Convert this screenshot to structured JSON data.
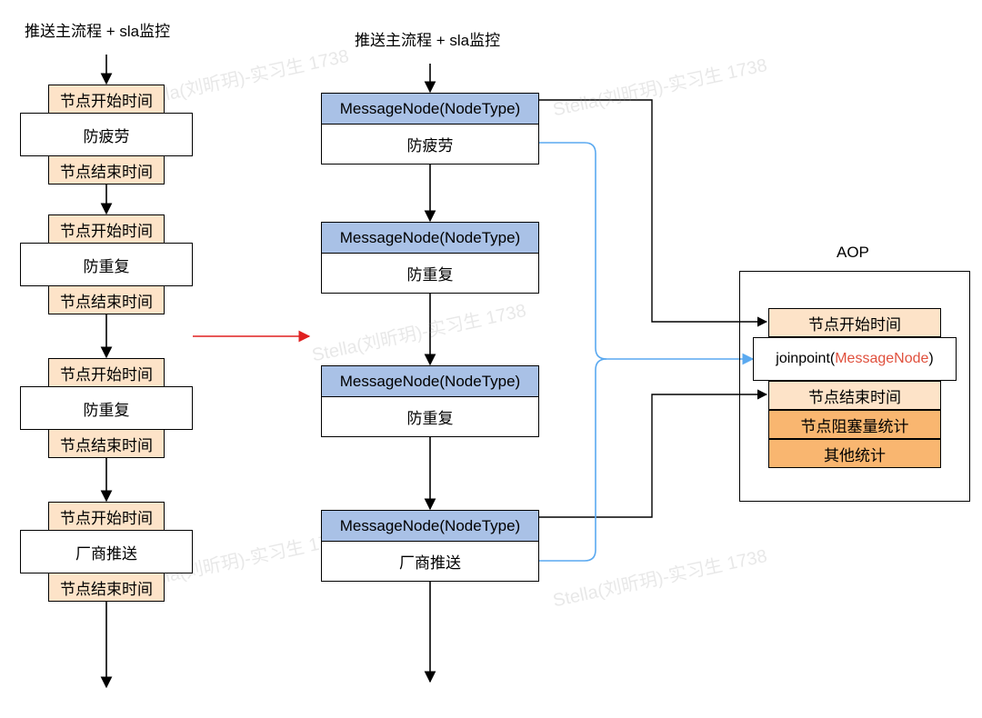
{
  "watermark": "Stella(刘昕玥)-实习生 1738",
  "left_flow": {
    "title": "推送主流程 + sla监控",
    "nodes": [
      {
        "start_label": "节点开始时间",
        "name": "防疲劳",
        "end_label": "节点结束时间"
      },
      {
        "start_label": "节点开始时间",
        "name": "防重复",
        "end_label": "节点结束时间"
      },
      {
        "start_label": "节点开始时间",
        "name": "防重复",
        "end_label": "节点结束时间"
      },
      {
        "start_label": "节点开始时间",
        "name": "厂商推送",
        "end_label": "节点结束时间"
      }
    ]
  },
  "right_flow": {
    "title": "推送主流程 + sla监控",
    "nodes": [
      {
        "header": "MessageNode(NodeType)",
        "name": "防疲劳"
      },
      {
        "header": "MessageNode(NodeType)",
        "name": "防重复"
      },
      {
        "header": "MessageNode(NodeType)",
        "name": "防重复"
      },
      {
        "header": "MessageNode(NodeType)",
        "name": "厂商推送"
      }
    ]
  },
  "aop": {
    "title": "AOP",
    "start_label": "节点开始时间",
    "joinpoint_prefix": "joinpoint(",
    "joinpoint_arg": "MessageNode",
    "joinpoint_suffix": ")",
    "end_label": "节点结束时间",
    "blocking_stats": "节点阻塞量统计",
    "other_stats": "其他统计"
  },
  "colors": {
    "tag": "#fde3c8",
    "header": "#a9c1e6",
    "stats": "#f9b670",
    "transition_arrow": "#e02020",
    "advice_line": "#5aa9f0",
    "joinpoint_arg": "#e0503d"
  }
}
